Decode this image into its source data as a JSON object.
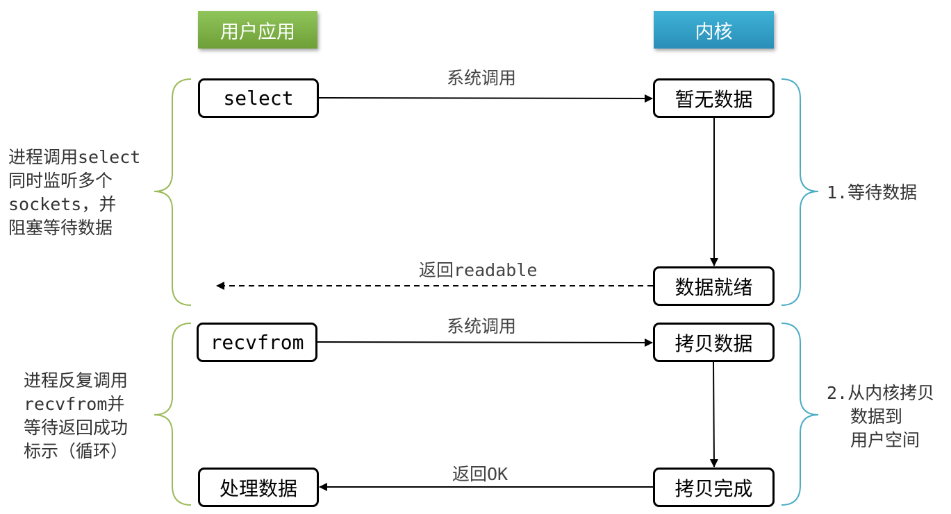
{
  "headers": {
    "user_app": "用户应用",
    "kernel": "内核"
  },
  "user_boxes": {
    "select": "select",
    "recvfrom": "recvfrom",
    "process_data": "处理数据"
  },
  "kernel_boxes": {
    "no_data": "暂无数据",
    "data_ready": "数据就绪",
    "copy_data": "拷贝数据",
    "copy_done": "拷贝完成"
  },
  "arrow_labels": {
    "syscall_1": "系统调用",
    "return_readable": "返回readable",
    "syscall_2": "系统调用",
    "return_ok": "返回OK"
  },
  "left_notes": {
    "phase1": [
      "进程调用select",
      "同时监听多个",
      "sockets，并",
      "阻塞等待数据"
    ],
    "phase2": [
      "进程反复调用",
      "recvfrom并",
      "等待返回成功",
      "标示（循环）"
    ]
  },
  "right_notes": {
    "phase1": [
      "1.等待数据"
    ],
    "phase2": [
      "2.从内核拷贝",
      "数据到",
      "用户空间"
    ]
  },
  "colors": {
    "user_green": "#7ab040",
    "kernel_blue": "#33a3c9",
    "left_brace": "#9bbb59",
    "right_brace": "#4bacc6"
  }
}
